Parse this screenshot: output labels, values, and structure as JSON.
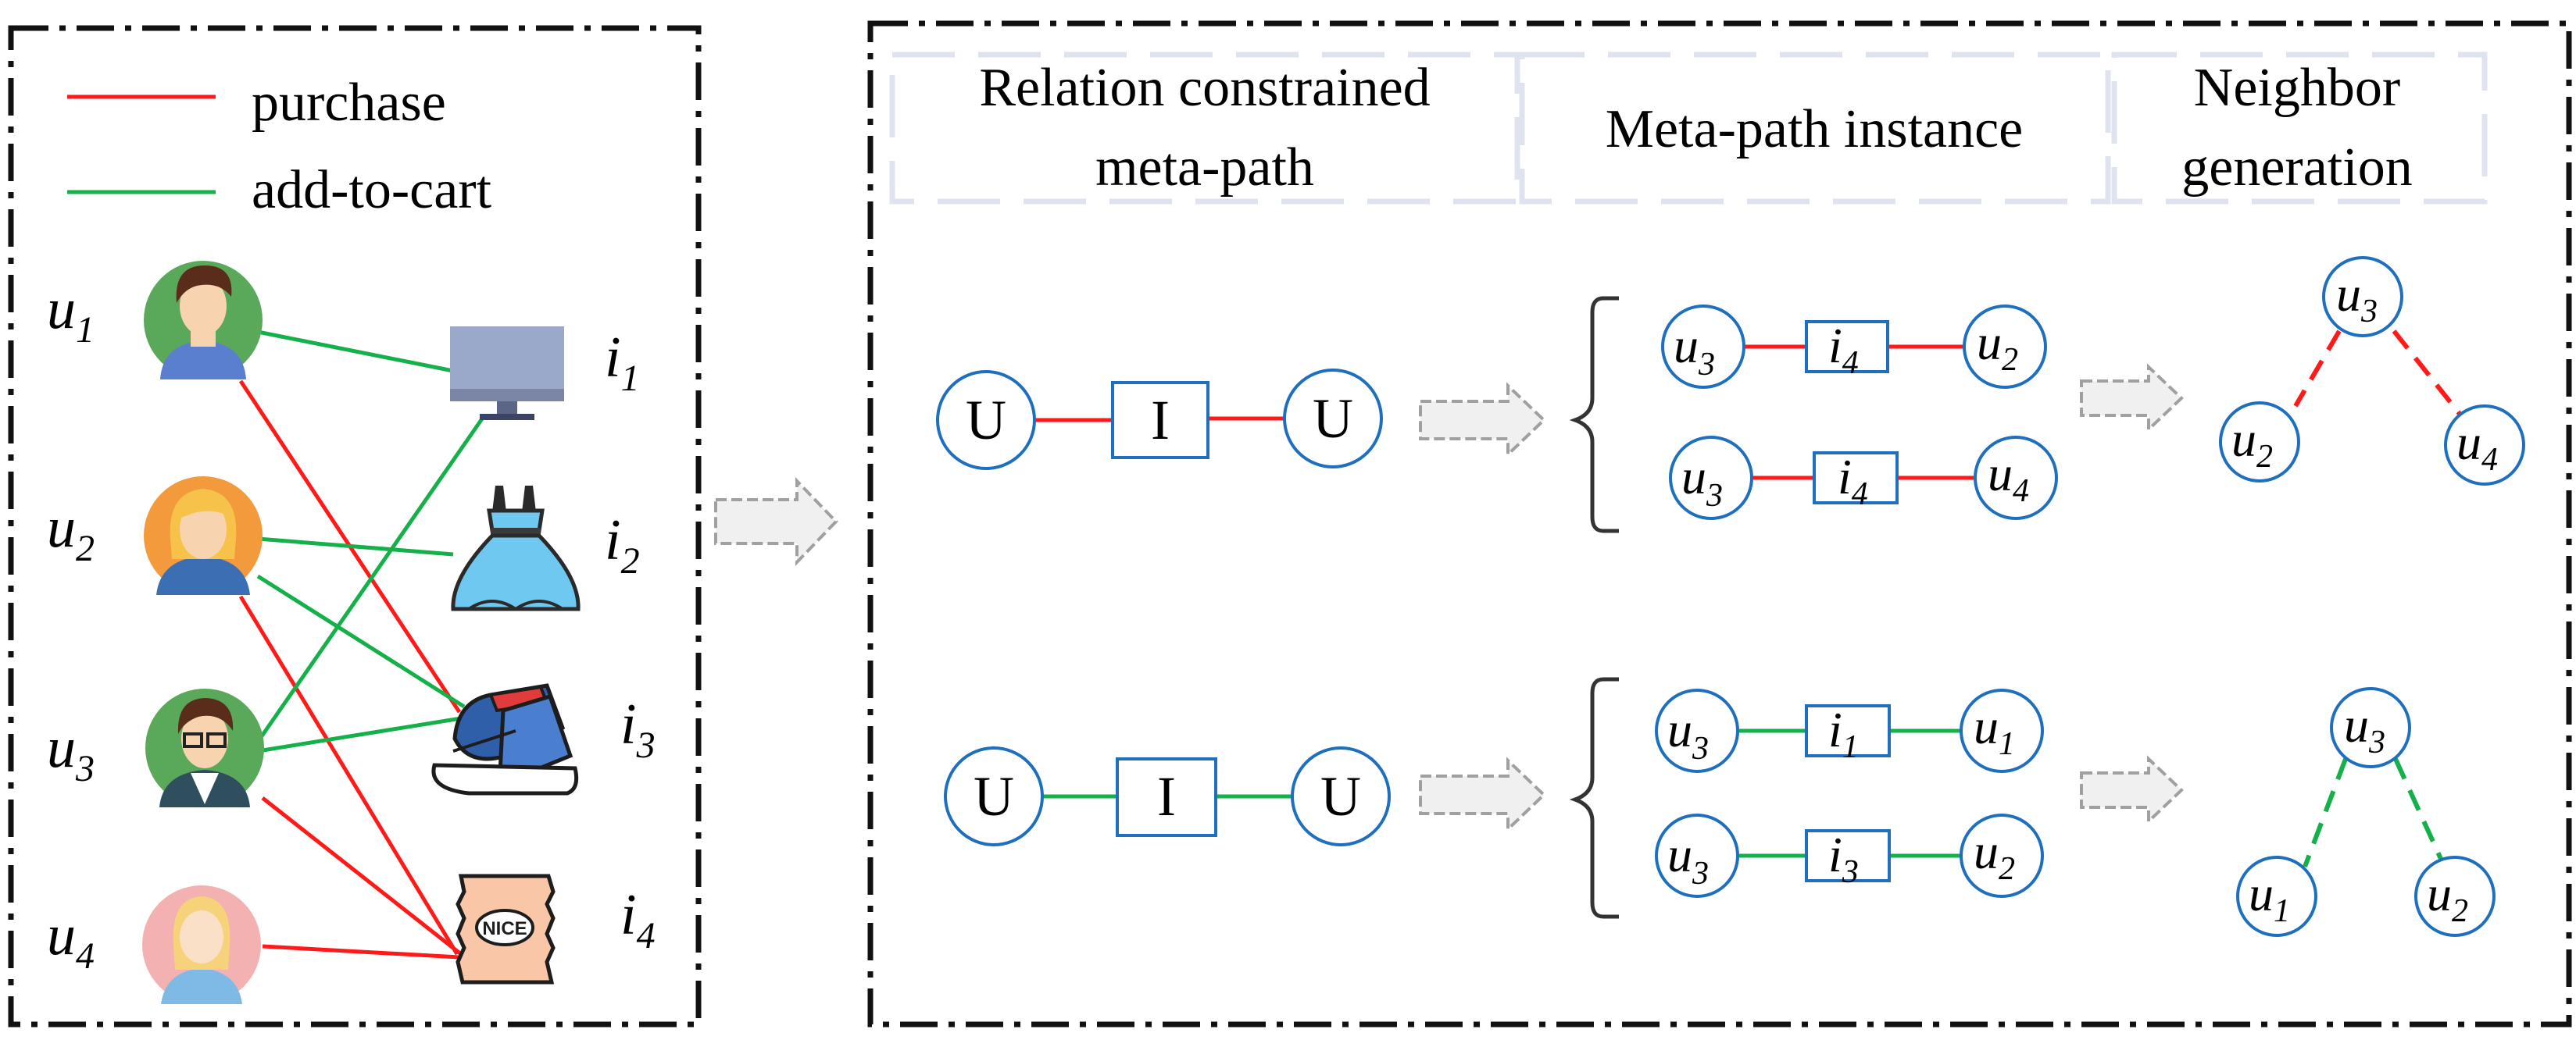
{
  "legend": {
    "purchase": "purchase",
    "add_to_cart": "add-to-cart",
    "purchase_color": "#ff1a1a",
    "add_to_cart_color": "#16b04a"
  },
  "users": [
    {
      "base": "u",
      "sub": "1",
      "icon": "man-avatar-icon"
    },
    {
      "base": "u",
      "sub": "2",
      "icon": "woman-avatar-icon"
    },
    {
      "base": "u",
      "sub": "3",
      "icon": "man-glasses-avatar-icon"
    },
    {
      "base": "u",
      "sub": "4",
      "icon": "girl-avatar-icon"
    }
  ],
  "items": [
    {
      "base": "i",
      "sub": "1",
      "icon": "monitor-icon"
    },
    {
      "base": "i",
      "sub": "2",
      "icon": "dress-icon"
    },
    {
      "base": "i",
      "sub": "3",
      "icon": "sneaker-icon"
    },
    {
      "base": "i",
      "sub": "4",
      "icon": "snack-bag-icon"
    }
  ],
  "snack_label": "NICE",
  "headers": {
    "col1_line1": "Relation constrained",
    "col1_line2": "meta-path",
    "col2": "Meta-path instance",
    "col3_line1": "Neighbor",
    "col3_line2": "generation"
  },
  "metapath": {
    "U": "U",
    "I": "I"
  },
  "instances": {
    "purchase": [
      {
        "a_sub": "3",
        "i_sub": "4",
        "b_sub": "2"
      },
      {
        "a_sub": "3",
        "i_sub": "4",
        "b_sub": "4"
      }
    ],
    "add_to_cart": [
      {
        "a_sub": "3",
        "i_sub": "1",
        "b_sub": "1"
      },
      {
        "a_sub": "3",
        "i_sub": "3",
        "b_sub": "2"
      }
    ]
  },
  "neighbors": {
    "purchase": {
      "top_sub": "3",
      "left_sub": "2",
      "right_sub": "4"
    },
    "add_to_cart": {
      "top_sub": "3",
      "left_sub": "1",
      "right_sub": "2"
    }
  },
  "colors": {
    "node_stroke": "#1f6fbf",
    "frame": "#111111",
    "arrow_fill": "#f0f0f0",
    "arrow_stroke": "#a0a0a0"
  }
}
